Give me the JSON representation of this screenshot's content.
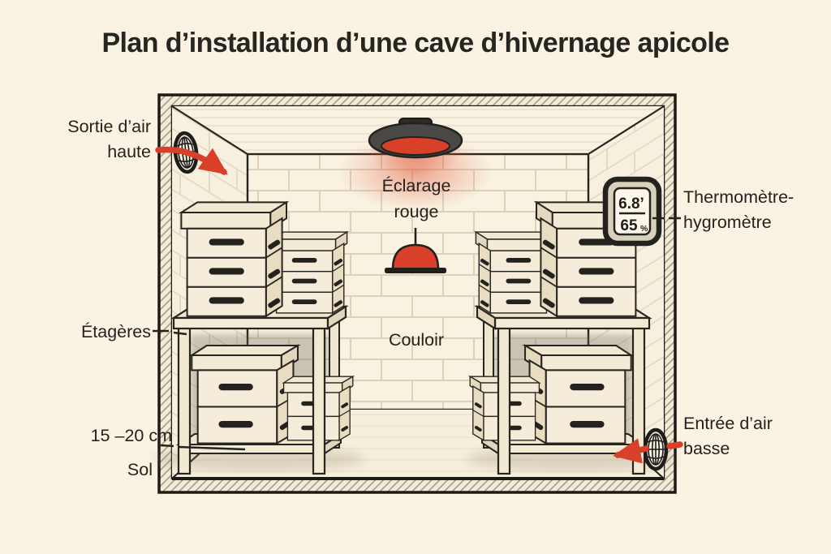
{
  "title": "Plan d’installation d’une cave d’hivernage apicole",
  "labels": {
    "air_outlet_line1": "Sortie d’air",
    "air_outlet_line2": "haute",
    "red_light_line1": "Éclarage",
    "red_light_line2": "rouge",
    "thermo_line1": "Thermomètre-",
    "thermo_line2": "hygromètre",
    "shelves": "Étagères",
    "corridor": "Couloir",
    "ground_clearance": "15 –20 cm",
    "floor": "Sol",
    "air_inlet_line1": "Entrée d’air",
    "air_inlet_line2": "basse"
  },
  "thermometer": {
    "temperature": "6.8’",
    "humidity": "65",
    "humidity_unit": "%"
  },
  "icons": {
    "air_outlet": "round-grille-vent-icon",
    "air_inlet": "round-grille-vent-icon",
    "ceiling_light": "red-heat-lamp-icon",
    "wall_light": "red-dome-lamp-icon"
  },
  "colors": {
    "background": "#FAF3E4",
    "ink": "#23221D",
    "accent_red": "#D8402A",
    "wall": "#F8F1E1",
    "wood": "#F3EAD5"
  }
}
